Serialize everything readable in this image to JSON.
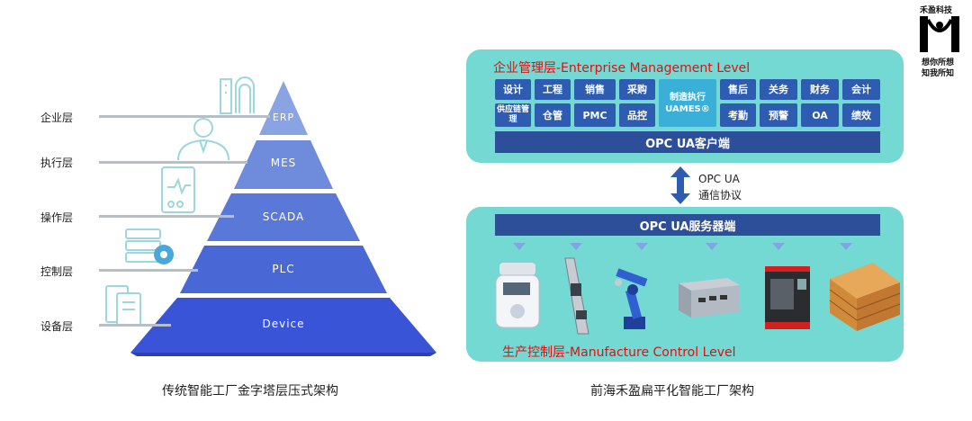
{
  "left": {
    "layers": [
      {
        "label": "企业层",
        "name": "ERP"
      },
      {
        "label": "执行层",
        "name": "MES"
      },
      {
        "label": "操作层",
        "name": "SCADA"
      },
      {
        "label": "控制层",
        "name": "PLC"
      },
      {
        "label": "设备层",
        "name": "Device"
      }
    ],
    "caption": "传统智能工厂金字塔层压式架构",
    "colors": {
      "erp": "#8aa3e2",
      "mes": "#6f8bdc",
      "scada": "#5a78d8",
      "plc": "#4a67d6",
      "device": "#3a54d8"
    }
  },
  "right": {
    "top_title": "企业管理层-Enterprise Management Level",
    "row1": [
      "设计",
      "工程",
      "销售",
      "采购"
    ],
    "row2": [
      "供应链管理",
      "仓管",
      "PMC",
      "品控"
    ],
    "center_line1": "制造执行",
    "center_line2": "UAMES®",
    "row1_right": [
      "售后",
      "关务",
      "财务",
      "会计"
    ],
    "row2_right": [
      "考勤",
      "预警",
      "OA",
      "绩效"
    ],
    "client_bar": "OPC UA客户端",
    "protocol_line1": "OPC UA",
    "protocol_line2": "通信协议",
    "server_bar": "OPC UA服务器端",
    "bottom_title": "生产控制层-Manufacture Control Level",
    "caption": "前海禾盈扁平化智能工厂架构"
  },
  "logo": {
    "top": "禾盈科技",
    "line1": "想你所想",
    "line2": "知我所知"
  }
}
